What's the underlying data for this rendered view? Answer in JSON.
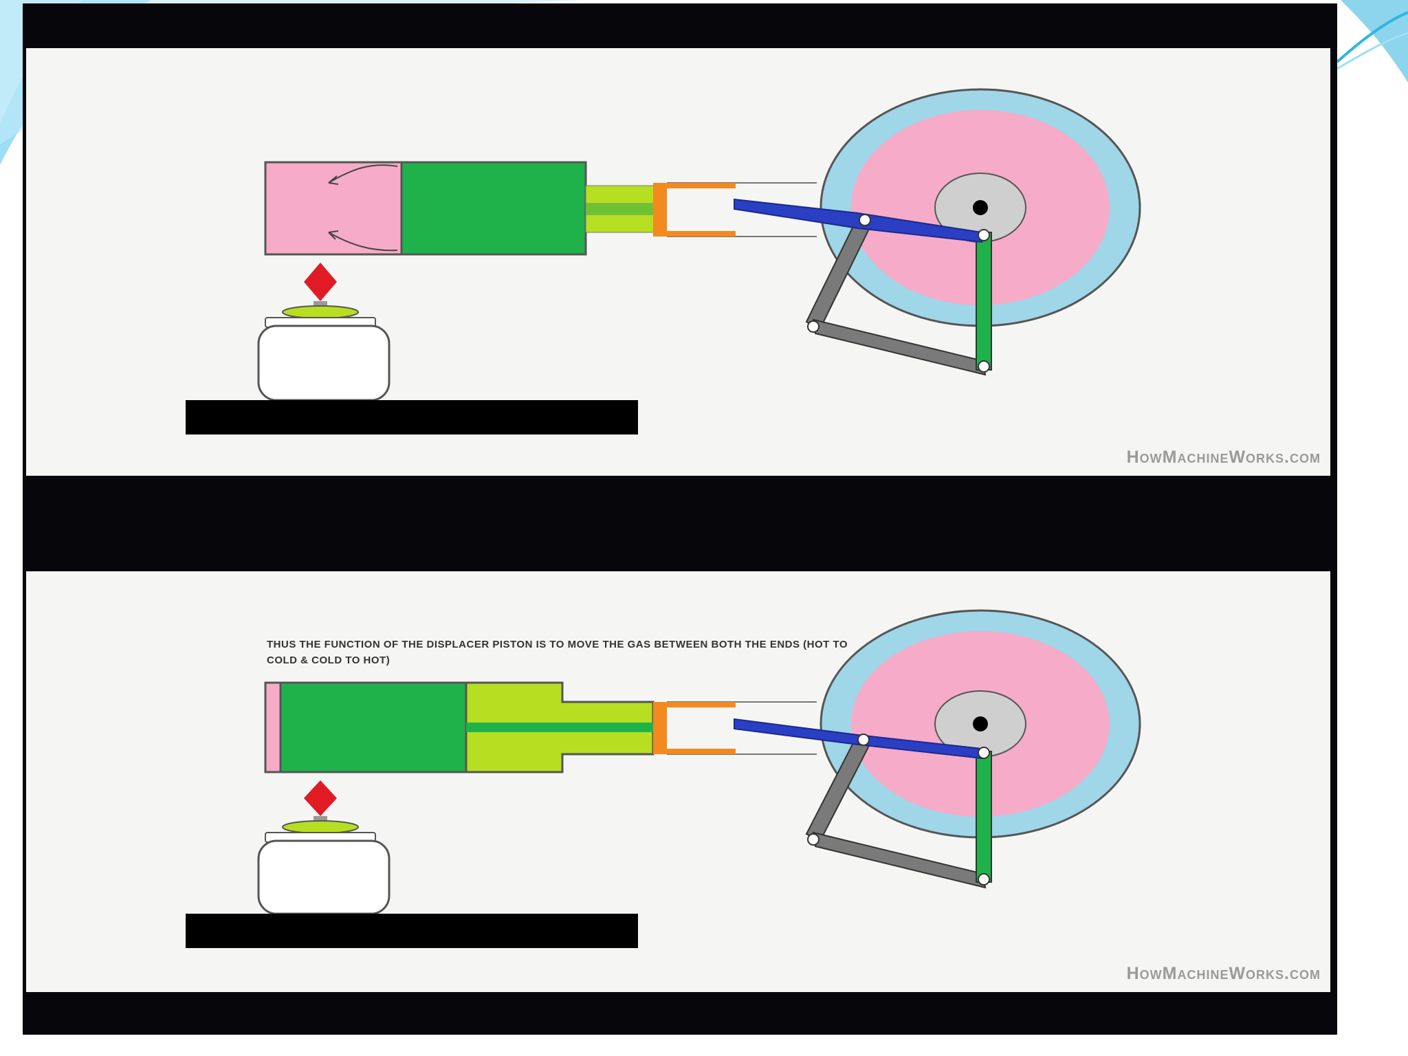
{
  "slide": {
    "accent_colors": [
      "#2bb6e4",
      "#7fd6f2",
      "#c9eefa"
    ]
  },
  "panels": [
    {
      "id": "top",
      "caption": "",
      "watermark": "HowMachineWorks.com"
    },
    {
      "id": "bottom",
      "caption": "Thus the function of the displacer piston is to move the gas between both the ends (hot to cold & cold to hot)",
      "watermark": "HowMachineWorks.com"
    }
  ],
  "colors": {
    "hot_gas": "#f6abc9",
    "displacer": "#20b24a",
    "light_green": "#b6df22",
    "power_piston": "#f28a1f",
    "connecting_rod": "#2a3fc4",
    "flywheel_outer": "#9fd6e8",
    "flywheel_inner": "#f6abc9",
    "hub": "#cfcfcf",
    "link_gray": "#7a7a7a",
    "flame": "#e01b24",
    "base": "#000000"
  }
}
